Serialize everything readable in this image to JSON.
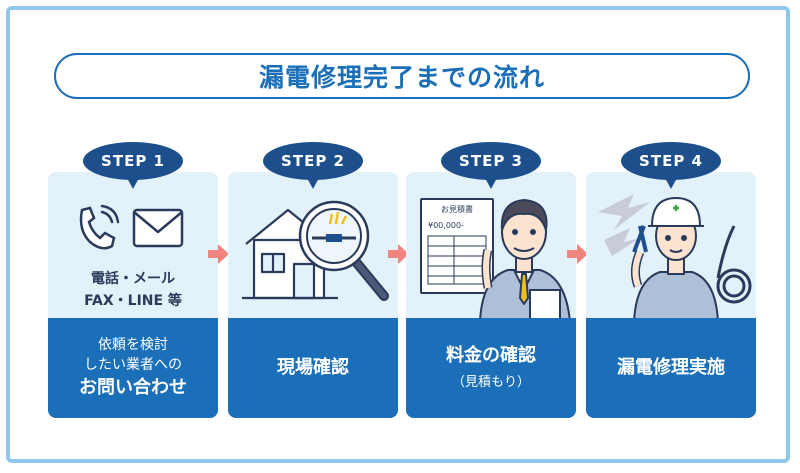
{
  "title": "漏電修理完了までの流れ",
  "steps": [
    {
      "badge": "STEP 1",
      "contact_line1": "電話・メール",
      "contact_line2": "FAX・LINE 等",
      "label_line1": "依頼を検討",
      "label_line2": "したい業者への",
      "label_line3": "お問い合わせ"
    },
    {
      "badge": "STEP 2",
      "label": "現場確認"
    },
    {
      "badge": "STEP 3",
      "label": "料金の確認",
      "sub_label": "（見積もり）",
      "estimate_title": "お見積書",
      "estimate_amount": "¥00,000-"
    },
    {
      "badge": "STEP 4",
      "label": "漏電修理実施"
    }
  ],
  "colors": {
    "frame": "#8fc8ea",
    "primary": "#1a6fb8",
    "badge": "#1d4f8c",
    "card_bg": "#e3f1fb",
    "arrow": "#f0857f"
  }
}
